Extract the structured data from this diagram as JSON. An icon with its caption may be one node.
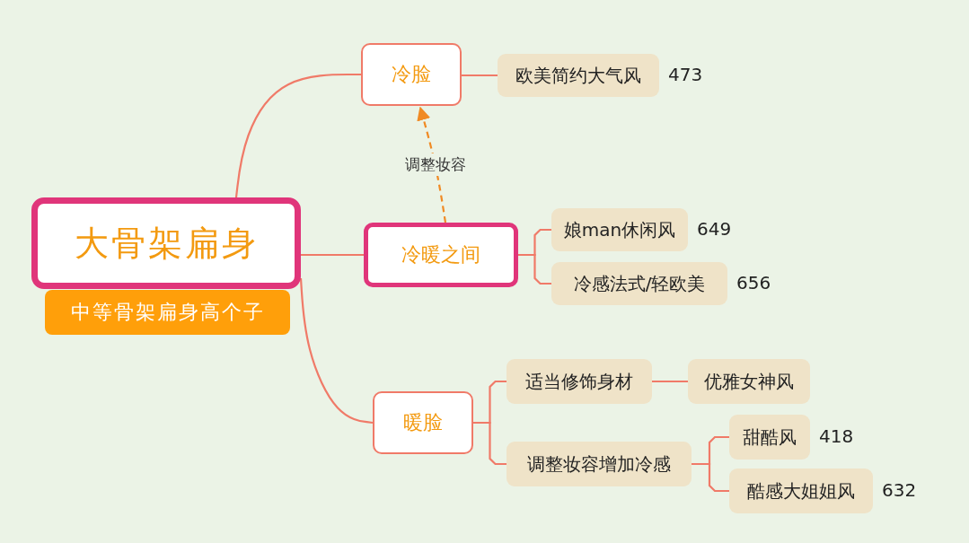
{
  "diagram": {
    "nodes": [
      {
        "text": [
          "大骨架扁身"
        ]
      },
      {
        "text": [
          "中等骨架扁身高个子"
        ]
      },
      {
        "text": [
          "冷脸"
        ]
      },
      {
        "text": [
          "欧美简约大气风"
        ],
        "beside": [
          "473"
        ]
      },
      {
        "text": [
          "冷暖之间"
        ]
      },
      {
        "text": [
          "娘man休闲风"
        ],
        "beside": [
          "649"
        ]
      },
      {
        "text": [
          "冷感法式/轻欧美"
        ],
        "beside": [
          "656"
        ]
      },
      {
        "text": [
          "暖脸"
        ]
      },
      {
        "text": [
          "适当修饰身材"
        ]
      },
      {
        "text": [
          "优雅女神风"
        ]
      },
      {
        "text": [
          "调整妆容增加冷感"
        ]
      },
      {
        "text": [
          "甜酷风"
        ],
        "beside": [
          "418"
        ]
      },
      {
        "text": [
          "酷感大姐姐风"
        ],
        "beside": [
          "632"
        ]
      }
    ],
    "edges": [
      {
        "from": 0,
        "to": 2,
        "arrow": "none"
      },
      {
        "from": 2,
        "to": 3,
        "arrow": "none"
      },
      {
        "from": 0,
        "to": 4,
        "arrow": "none"
      },
      {
        "from": 4,
        "to": 5,
        "arrow": "none"
      },
      {
        "from": 4,
        "to": 6,
        "arrow": "none"
      },
      {
        "from": 0,
        "to": 7,
        "arrow": "none"
      },
      {
        "from": 7,
        "to": 8,
        "arrow": "none"
      },
      {
        "from": 8,
        "to": 9,
        "arrow": "none"
      },
      {
        "from": 7,
        "to": 10,
        "arrow": "none"
      },
      {
        "from": 10,
        "to": 11,
        "arrow": "none"
      },
      {
        "from": 10,
        "to": 12,
        "arrow": "none"
      },
      {
        "from": 4,
        "to": 2,
        "arrow": "to",
        "label": "调整妆容",
        "style": "dashed",
        "color": "#f08a24"
      }
    ]
  }
}
